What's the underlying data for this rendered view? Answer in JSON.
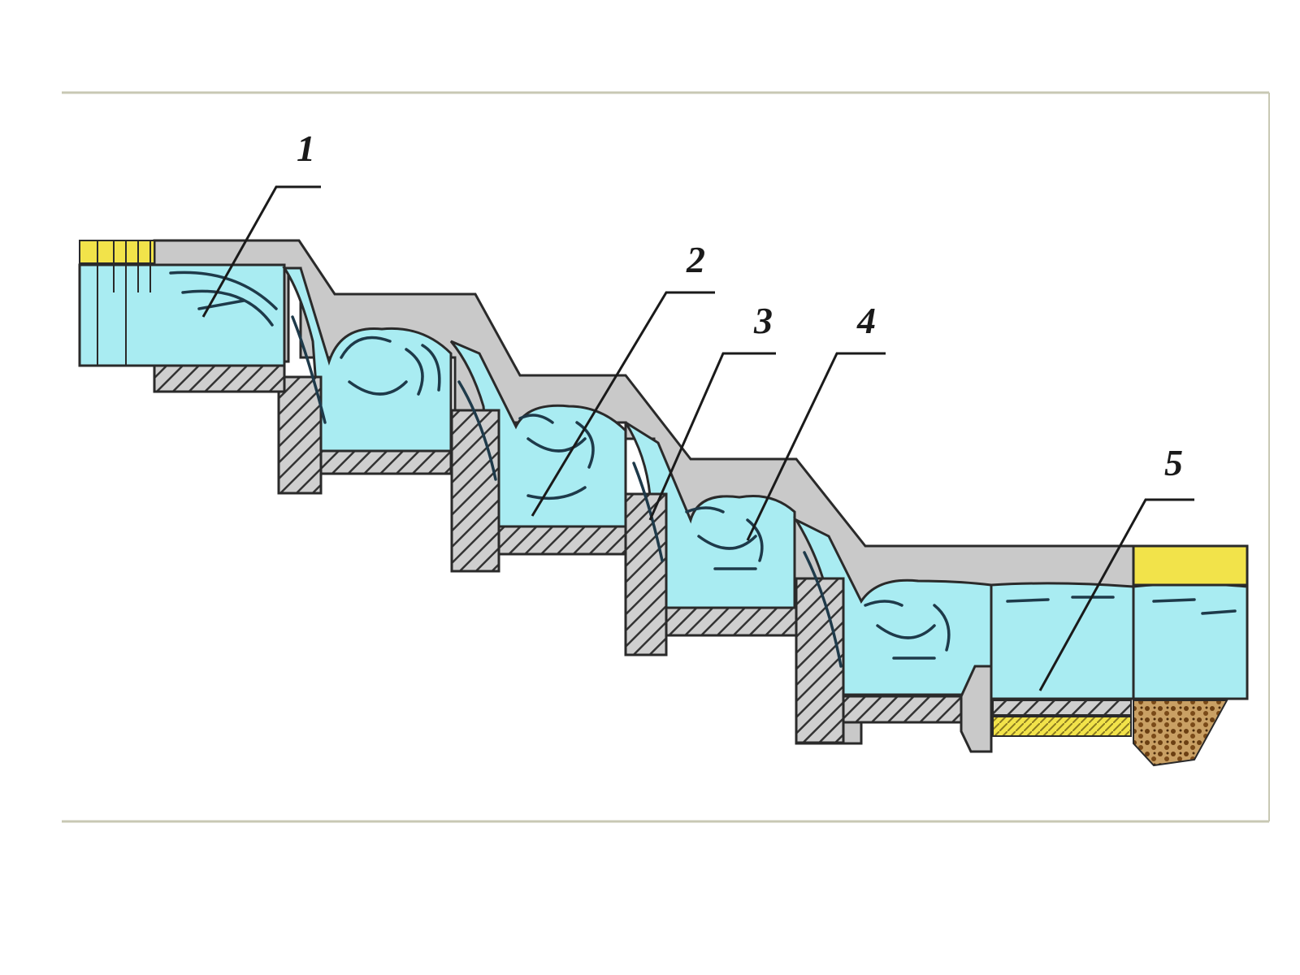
{
  "diagram": {
    "callouts": [
      {
        "id": "callout-1",
        "label": "1"
      },
      {
        "id": "callout-2",
        "label": "2"
      },
      {
        "id": "callout-3",
        "label": "3"
      },
      {
        "id": "callout-4",
        "label": "4"
      },
      {
        "id": "callout-5",
        "label": "5"
      }
    ]
  },
  "colors": {
    "water": "#a9ecf2",
    "concrete": "#c9c9c9",
    "outline": "#2a2a2a",
    "soil": "#f2e34a",
    "gravel": "#8a5a22",
    "frame": "#c8c8b4"
  }
}
